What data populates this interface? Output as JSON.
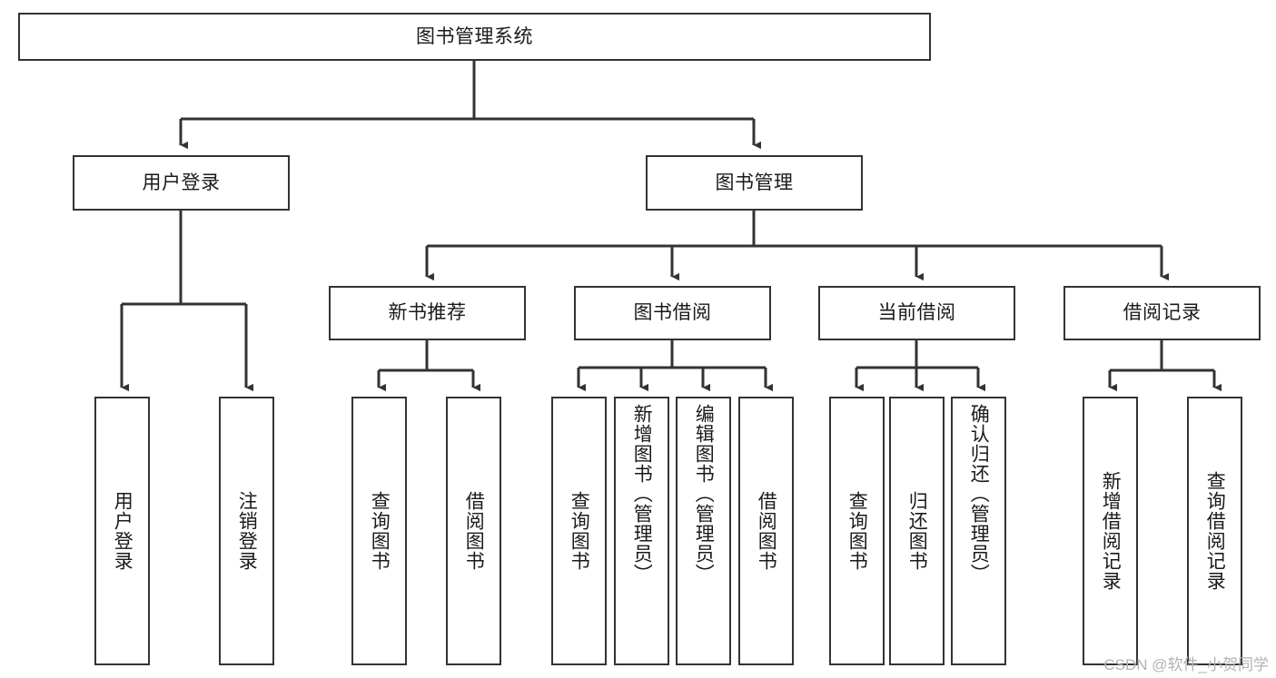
{
  "diagram": {
    "type": "tree-hierarchy-chart",
    "title": "图书管理系统",
    "line_color": "#333333",
    "box_fill": "#ffffff",
    "text_color": "#1a1a1a",
    "watermark": "CSDN @软件_小贺同学",
    "root": {
      "id": "root",
      "label": "图书管理系统",
      "level": 1,
      "orientation": "horizontal"
    },
    "level2": [
      {
        "id": "user-login",
        "label": "用户登录",
        "orientation": "horizontal"
      },
      {
        "id": "book-management",
        "label": "图书管理",
        "orientation": "horizontal"
      }
    ],
    "level3": [
      {
        "id": "new-book-recommend",
        "label": "新书推荐",
        "parent": "book-management",
        "orientation": "horizontal"
      },
      {
        "id": "book-borrow",
        "label": "图书借阅",
        "parent": "book-management",
        "orientation": "horizontal"
      },
      {
        "id": "current-borrow",
        "label": "当前借阅",
        "parent": "book-management",
        "orientation": "horizontal"
      },
      {
        "id": "borrow-record",
        "label": "借阅记录",
        "parent": "book-management",
        "orientation": "horizontal"
      }
    ],
    "leaves": [
      {
        "id": "leaf-user-login",
        "label": "用户登录",
        "parent": "user-login",
        "orientation": "vertical"
      },
      {
        "id": "leaf-user-logout",
        "label": "注销登录",
        "parent": "user-login",
        "orientation": "vertical"
      },
      {
        "id": "leaf-query-book-1",
        "label": "查询图书",
        "parent": "new-book-recommend",
        "orientation": "vertical"
      },
      {
        "id": "leaf-borrow-book-1",
        "label": "借阅图书",
        "parent": "new-book-recommend",
        "orientation": "vertical"
      },
      {
        "id": "leaf-query-book-2",
        "label": "查询图书",
        "parent": "book-borrow",
        "orientation": "vertical"
      },
      {
        "id": "leaf-add-book",
        "label": "新增图书（管理员）",
        "parent": "book-borrow",
        "orientation": "vertical"
      },
      {
        "id": "leaf-edit-book",
        "label": "编辑图书（管理员）",
        "parent": "book-borrow",
        "orientation": "vertical"
      },
      {
        "id": "leaf-borrow-book-2",
        "label": "借阅图书",
        "parent": "book-borrow",
        "orientation": "vertical"
      },
      {
        "id": "leaf-query-book-3",
        "label": "查询图书",
        "parent": "current-borrow",
        "orientation": "vertical"
      },
      {
        "id": "leaf-return-book",
        "label": "归还图书",
        "parent": "current-borrow",
        "orientation": "vertical"
      },
      {
        "id": "leaf-confirm-return",
        "label": "确认归还（管理员）",
        "parent": "current-borrow",
        "orientation": "vertical"
      },
      {
        "id": "leaf-add-record",
        "label": "新增借阅记录",
        "parent": "borrow-record",
        "orientation": "vertical"
      },
      {
        "id": "leaf-query-record",
        "label": "查询借阅记录",
        "parent": "borrow-record",
        "orientation": "vertical"
      }
    ]
  }
}
